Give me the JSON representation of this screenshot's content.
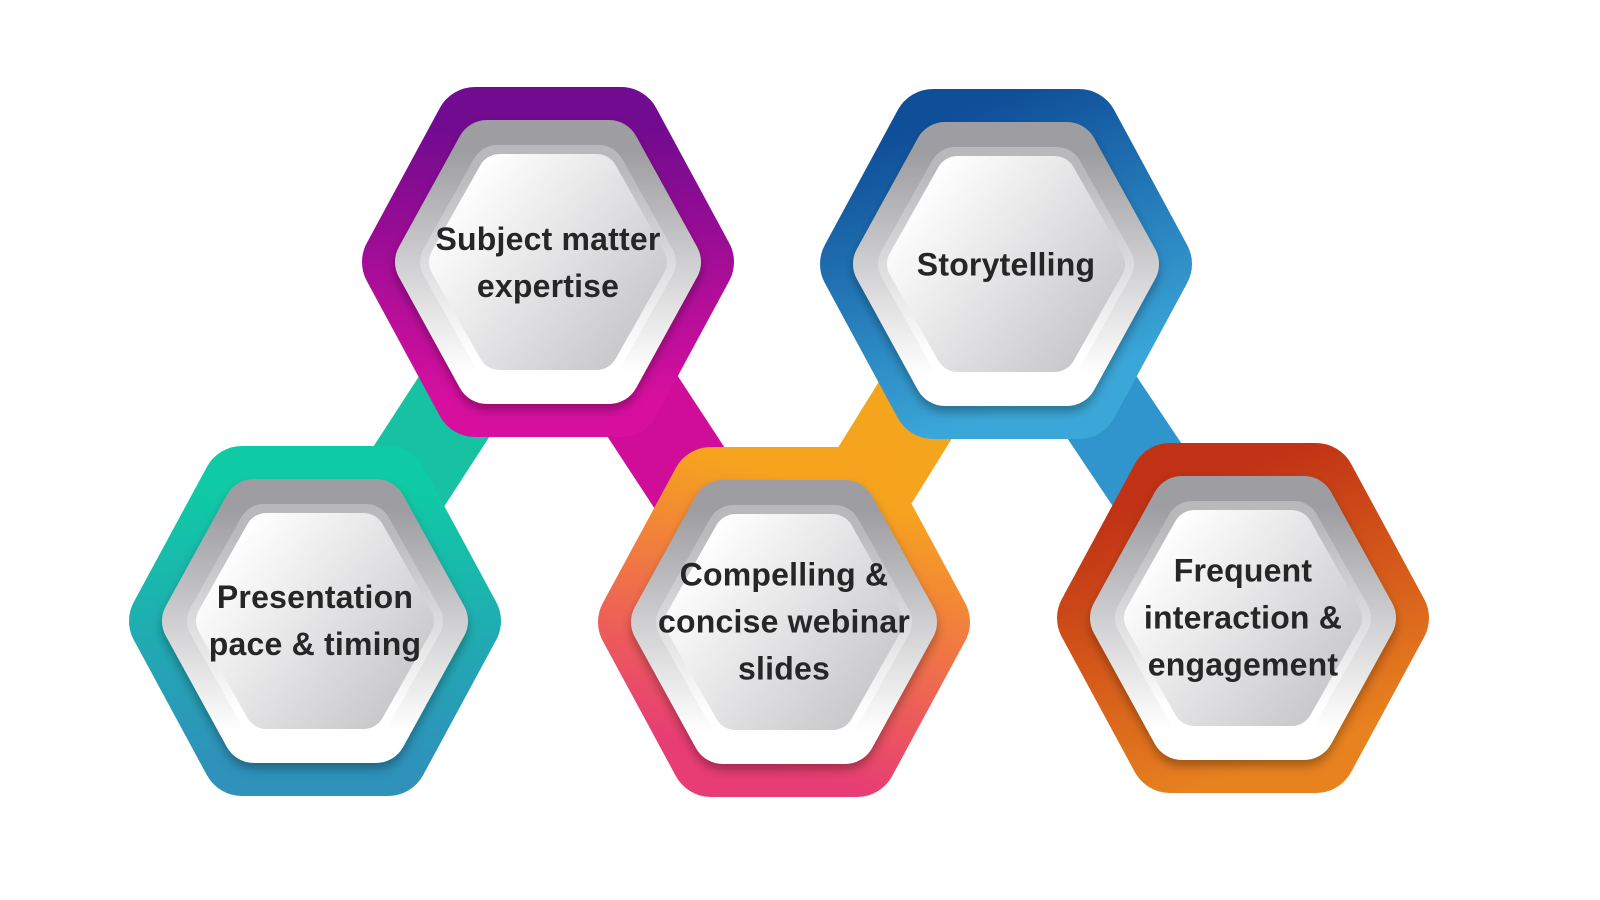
{
  "diagram": {
    "background": "#ffffff",
    "text_color": "#262626",
    "nodes": [
      {
        "id": "subject-matter-expertise",
        "label": "Subject matter expertise",
        "lines": [
          "Subject matter",
          "expertise"
        ],
        "gradient": {
          "top": "#710b8f",
          "bottom": "#d60f9e"
        }
      },
      {
        "id": "storytelling",
        "label": "Storytelling",
        "lines": [
          "Storytelling"
        ],
        "gradient": {
          "top": "#0f4f99",
          "bottom": "#3ba7d8"
        }
      },
      {
        "id": "presentation-pace-timing",
        "label": "Presentation pace & timing",
        "lines": [
          "Presentation",
          "pace & timing"
        ],
        "gradient": {
          "top": "#0fcba5",
          "bottom": "#2e92bb"
        }
      },
      {
        "id": "compelling-concise-webinar-slides",
        "label": "Compelling & concise webinar slides",
        "lines": [
          "Compelling &",
          "concise webinar",
          "slides"
        ],
        "gradient": {
          "top": "#f6a41e",
          "bottom": "#e83d74"
        }
      },
      {
        "id": "frequent-interaction-engagement",
        "label": "Frequent interaction & engagement",
        "lines": [
          "Frequent",
          "interaction &",
          "engagement"
        ],
        "gradient": {
          "top": "#c03115",
          "bottom": "#e8821f"
        }
      }
    ],
    "connectors": [
      {
        "from": "presentation-pace-timing",
        "to": "subject-matter-expertise",
        "color": "#16c2a2"
      },
      {
        "from": "subject-matter-expertise",
        "to": "compelling-concise-webinar-slides",
        "color": "#cf0d99"
      },
      {
        "from": "compelling-concise-webinar-slides",
        "to": "storytelling",
        "color": "#f5a51d"
      },
      {
        "from": "storytelling",
        "to": "frequent-interaction-engagement",
        "color": "#2f95cc"
      }
    ]
  }
}
